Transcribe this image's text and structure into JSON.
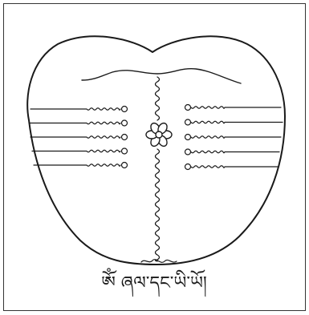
{
  "figure": {
    "caption": "ༀ ཞལ་དང་ཡི་ཡོ།",
    "ink_color": "#1a1a1a",
    "background": "#ffffff",
    "left_lines": 5,
    "right_lines": 5,
    "flower_petals": 6
  }
}
